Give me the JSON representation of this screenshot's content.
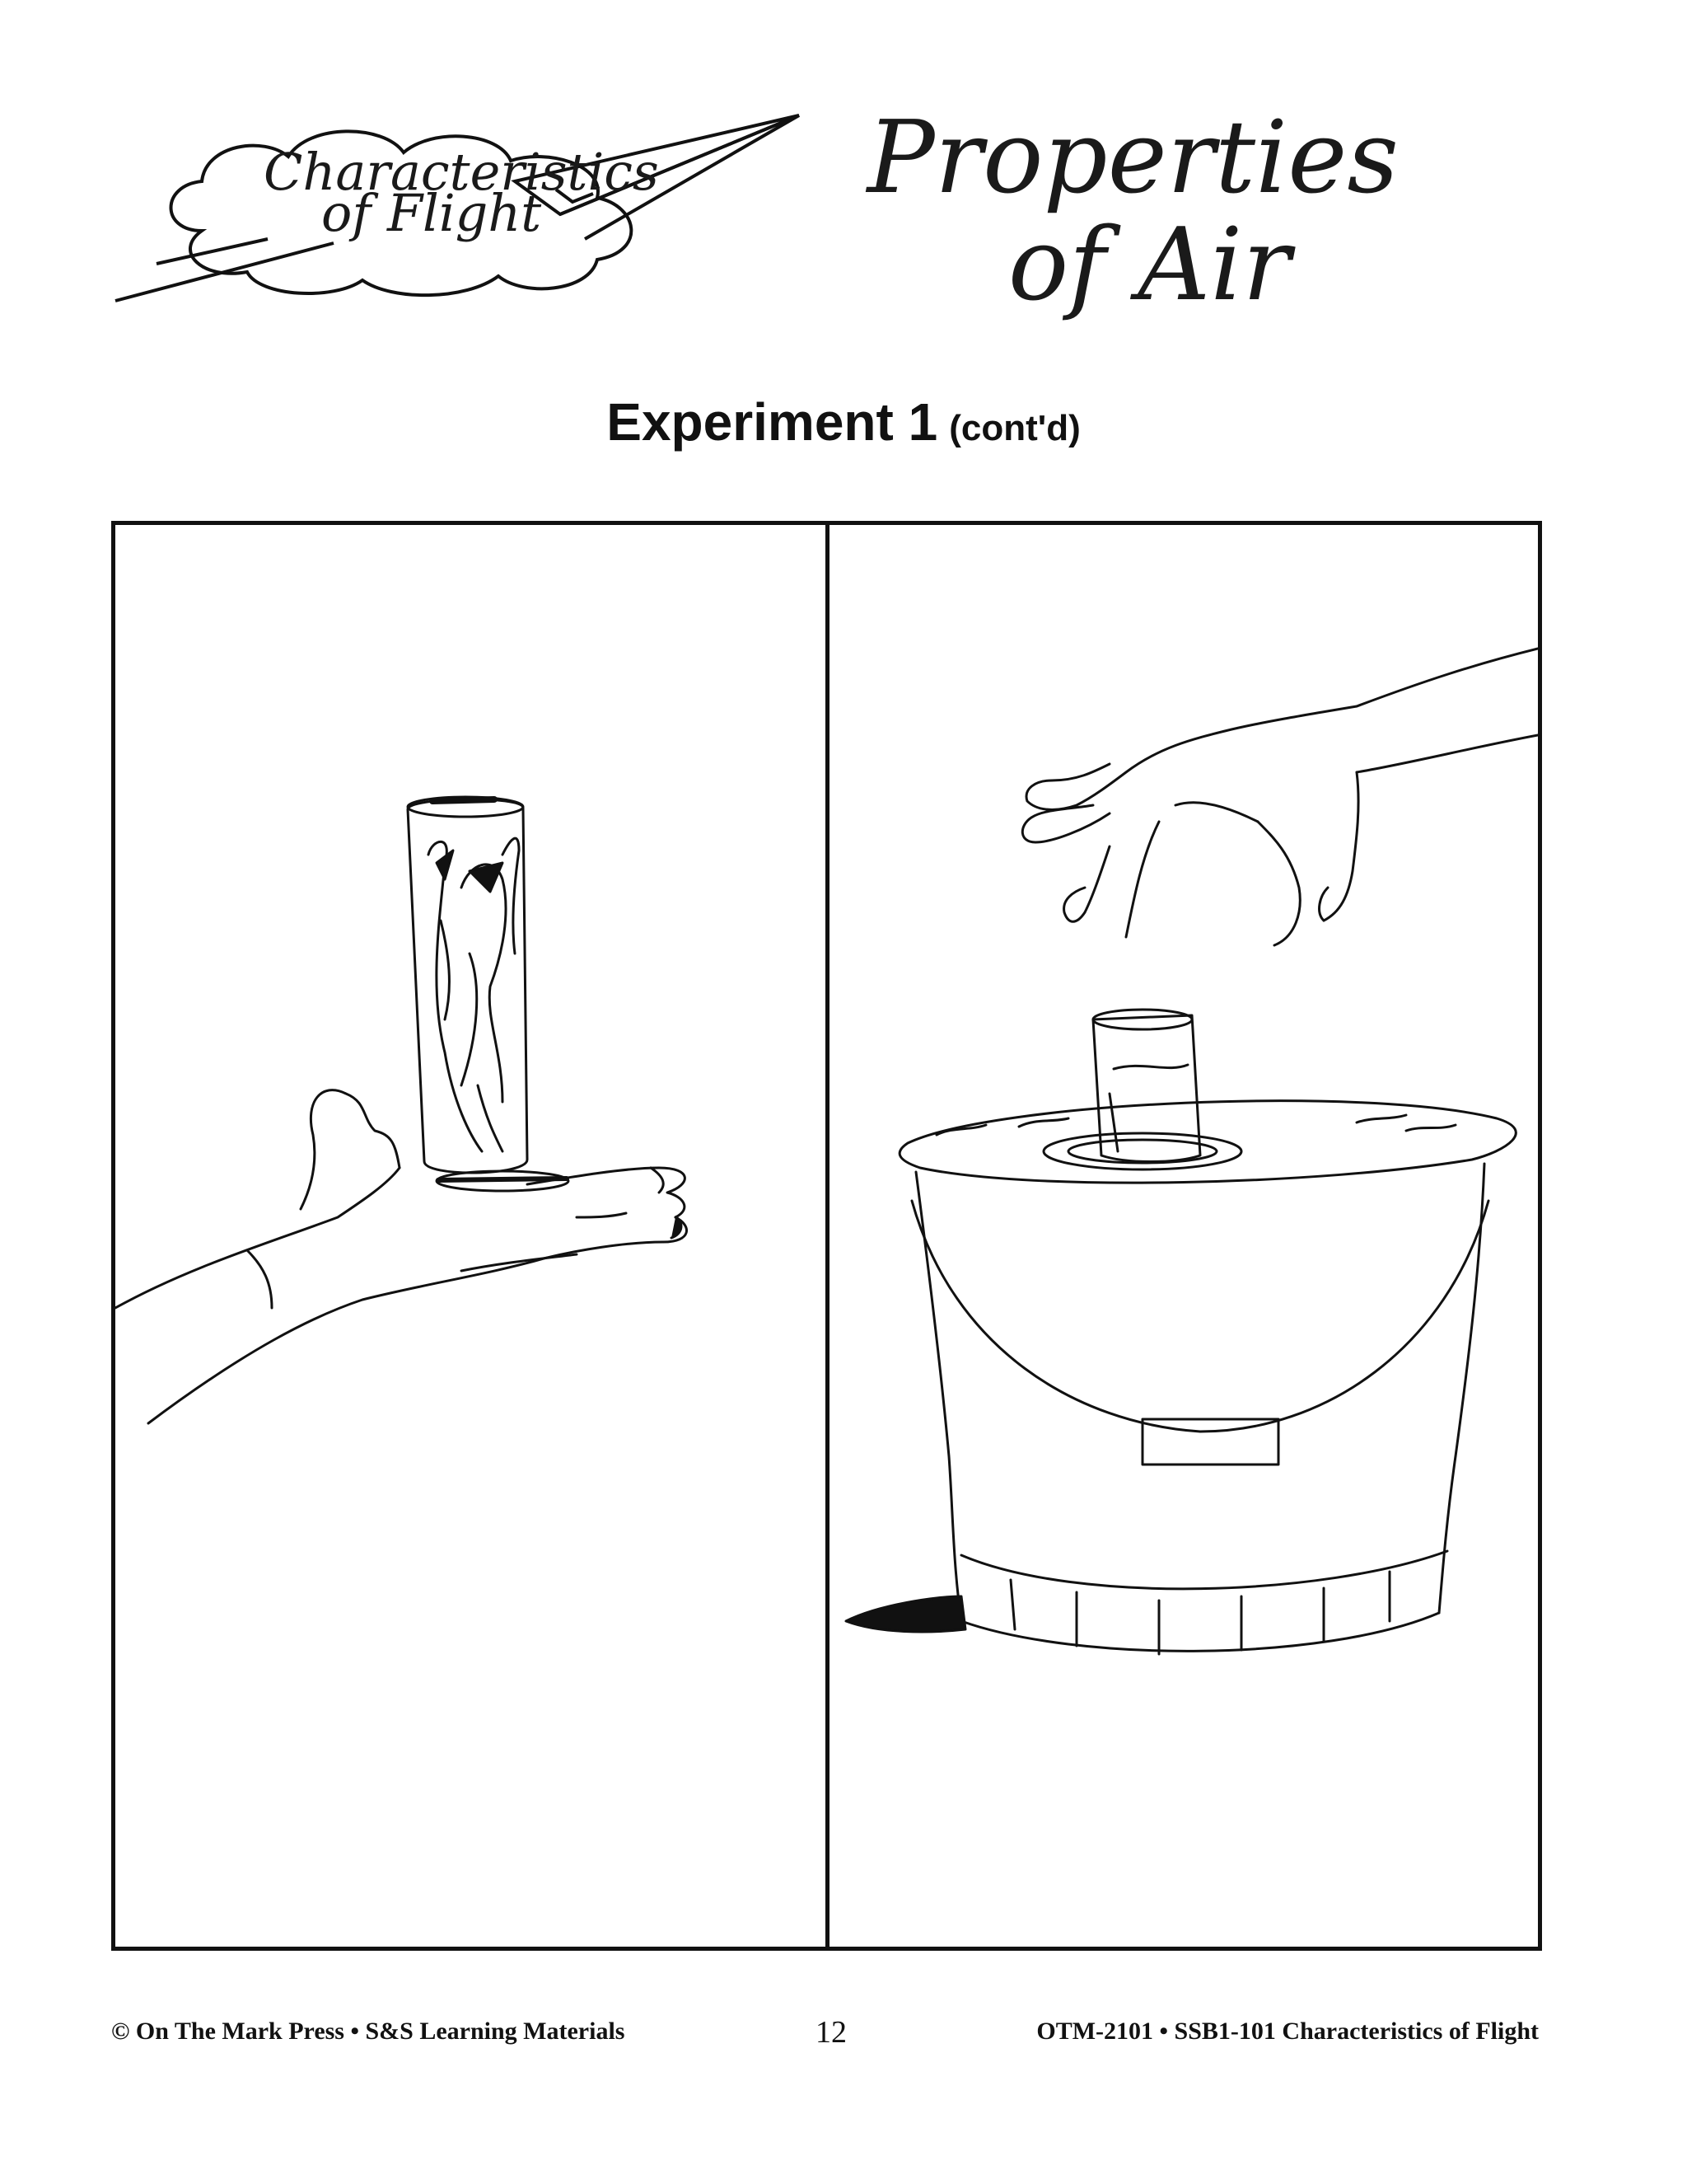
{
  "header": {
    "series_line1": "Characteristics",
    "series_line2": "of Flight",
    "title_line1": "Properties",
    "title_line2": "of Air"
  },
  "section": {
    "heading": "Experiment 1",
    "heading_note": "(cont'd)"
  },
  "panels": [
    {
      "illustration": "hand-holding-glass-with-paper-icon"
    },
    {
      "illustration": "glass-pushed-into-bucket-icon"
    }
  ],
  "footer": {
    "copyright": "© On The Mark Press • S&S Learning Materials",
    "page_number": "12",
    "catalog": "OTM-2101 • SSB1-101 Characteristics of Flight"
  }
}
